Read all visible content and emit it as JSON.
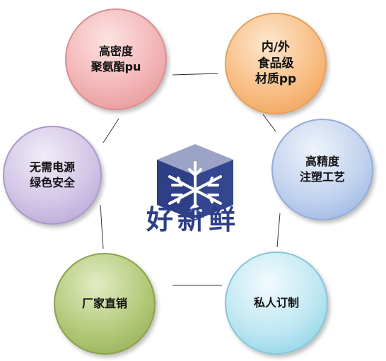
{
  "brand": {
    "name": "好新鲜",
    "color": "#2d3f86",
    "logo_icon": "snowflake-cube-icon"
  },
  "nodes": {
    "density": {
      "label": "高密度\n聚氨酯pu",
      "color": "#f3b5b6"
    },
    "food": {
      "label": "内/外\n食品级\n材质pp",
      "color": "#f8be84"
    },
    "precision": {
      "label": "高精度\n注塑工艺",
      "color": "#c2d3ee"
    },
    "custom": {
      "label": "私人订制",
      "color": "#bfe7f2"
    },
    "factory": {
      "label": "厂家直销",
      "color": "#b3c97a"
    },
    "power": {
      "label": "无需电源\n绿色安全",
      "color": "#d2c5e6"
    }
  }
}
